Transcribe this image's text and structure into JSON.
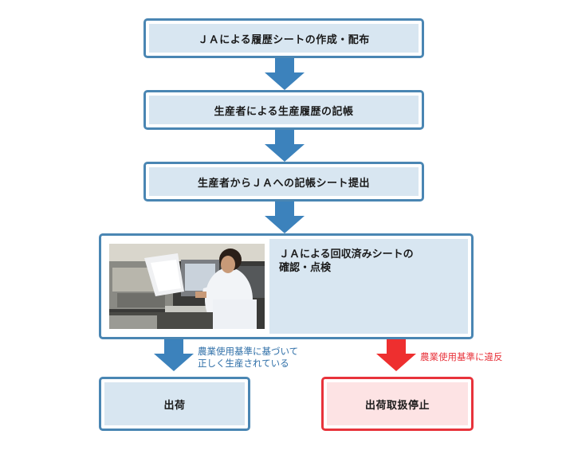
{
  "steps": {
    "step1": "ＪＡによる履歴シートの作成・配布",
    "step2": "生産者による生産履歴の記帳",
    "step3": "生産者からＪＡへの記帳シート提出",
    "step4_line1": "ＪＡによる回収済みシートの",
    "step4_line2": "確認・点検"
  },
  "branches": {
    "ok_note_line1": "農業使用基準に基づいて",
    "ok_note_line2": "正しく生産されている",
    "ok_result": "出荷",
    "ng_note": "農業使用基準に違反",
    "ng_result": "出荷取扱停止"
  },
  "colors": {
    "box_border": "#4a86b3",
    "box_fill": "#d8e6f1",
    "arrow_blue": "#3c82bc",
    "alert_border": "#e8333b",
    "alert_fill": "#fde3e4",
    "alert_arrow": "#ee2f2f"
  }
}
